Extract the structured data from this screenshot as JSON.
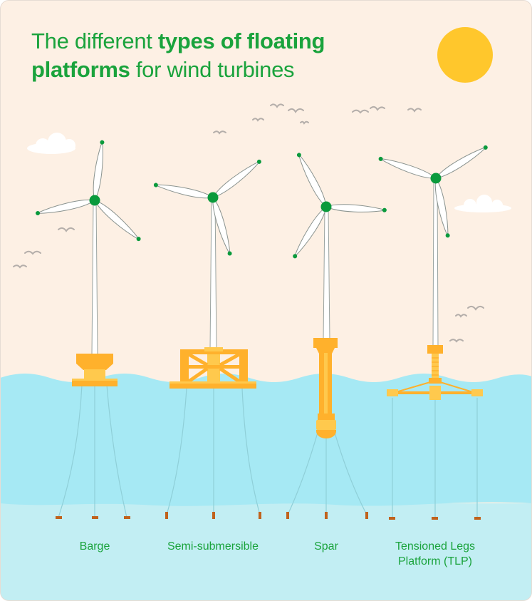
{
  "title": {
    "part1": "The different ",
    "part2": "types of floating",
    "part3": "platforms",
    "part4": " for wind turbines"
  },
  "labels": {
    "barge": "Barge",
    "semi": "Semi-submersible",
    "spar": "Spar",
    "tlp_line1": "Tensioned Legs",
    "tlp_line2": "Platform (TLP)"
  },
  "colors": {
    "sky": "#fdf0e4",
    "sea": "#a6e9f4",
    "seabed": "#c2eef3",
    "sun": "#ffc72c",
    "platform": "#ffb12c",
    "platform_light": "#ffc94d",
    "hub": "#0a9a3c",
    "anchor": "#c0621c",
    "text": "#1aa33c"
  }
}
